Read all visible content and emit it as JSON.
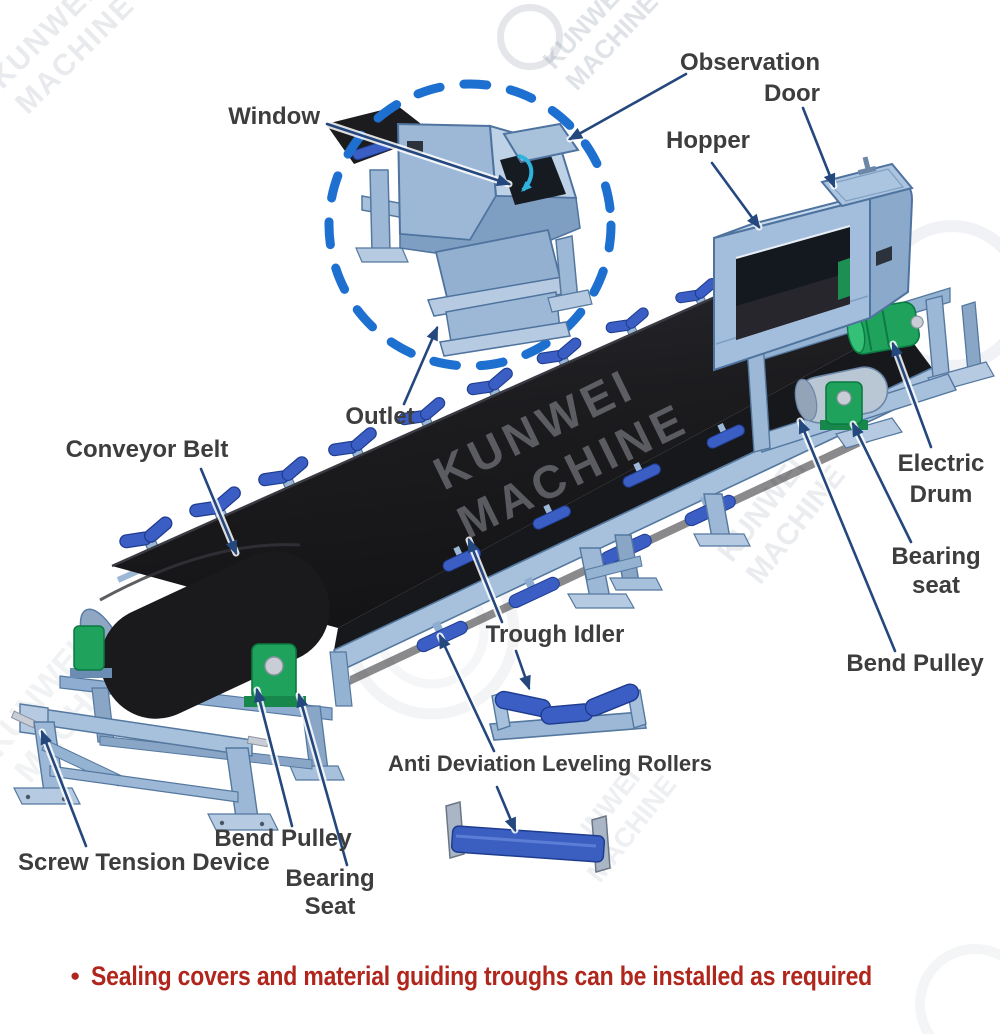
{
  "note": {
    "bullet": "●",
    "text": "Sealing covers and material guiding troughs can be installed as required"
  },
  "watermark": {
    "line1": "KUNWEI",
    "line2": "MACHINE"
  },
  "labels": {
    "window": "Window",
    "observation_door": {
      "line1": "Observation",
      "line2": "Door"
    },
    "hopper": "Hopper",
    "outlet": "Outlet",
    "conveyor_belt": "Conveyor Belt",
    "electric_drum": {
      "line1": "Electric",
      "line2": "Drum"
    },
    "bearing_seat_right": {
      "line1": "Bearing",
      "line2": "seat"
    },
    "bend_pulley_right": "Bend Pulley",
    "trough_idler": "Trough Idler",
    "anti_deviation_rollers": "Anti Deviation Leveling Rollers",
    "screw_tension_device": "Screw Tension Device",
    "bend_pulley_left": "Bend Pulley",
    "bearing_seat_left": "Bearing Seat"
  },
  "colors": {
    "label_text": "#3d3d3d",
    "leader_line": "#24477e",
    "note_red": "#b0261c",
    "inset_circle_blue": "#1d6fd0",
    "frame_steel_blue": "#a7c0dc",
    "roller_blue": "#3b5ec5",
    "bearing_green": "#1fa35c",
    "belt_black": "#1c1c1f",
    "window_arrow_cyan": "#2fb3dc"
  }
}
